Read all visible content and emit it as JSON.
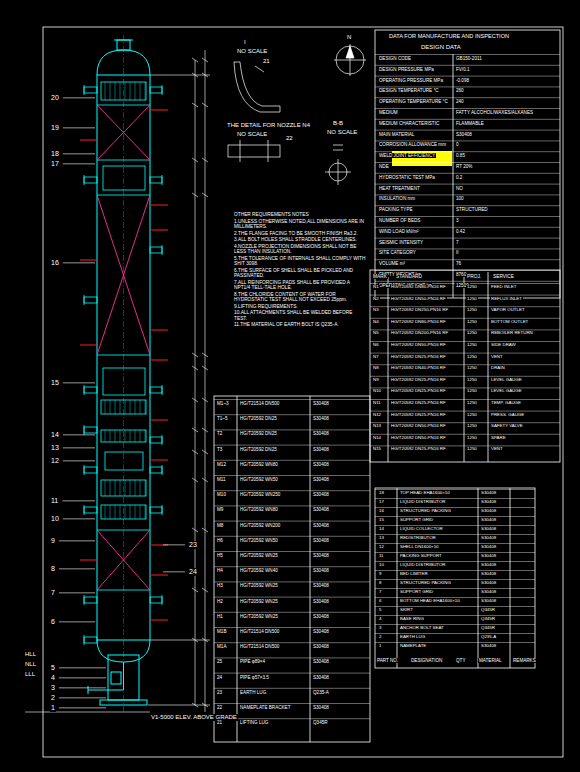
{
  "diagram": {
    "title": "DATA FOR MANUFACTURE AND INSPECTION",
    "labels": [
      "20",
      "19",
      "18",
      "17",
      "16",
      "15",
      "14",
      "13",
      "12",
      "11",
      "10",
      "9",
      "8",
      "7",
      "6",
      "5",
      "4",
      "3",
      "2",
      "1",
      "23",
      "24",
      "I",
      "NO SCALE",
      "21",
      "THE DETAIL FOR NOZZLE N4",
      "NO SCALE",
      "22",
      "B-B",
      "NO SCALE",
      "N",
      "HLL",
      "NLL",
      "LLL",
      "V1-5000 ELEV. ABOVE GRADE",
      "DESIGN DATA",
      "DESIGN CODE",
      "GB150-2011",
      "DESIGN PRESSURE MPa",
      "FV/0.1",
      "OPERATING PRESSURE MPa",
      "-0.098",
      "DESIGN TEMPERATURE °C",
      "260",
      "OPERATING TEMPERATURE °C",
      "240",
      "MEDIUM",
      "FATTY ALCOHOL/WAXES/ALKANES",
      "MEDIUM CHARACTERISTIC",
      "FLAMMABLE",
      "MAIN MATERIAL",
      "S30408",
      "CORROSION ALLOWANCE mm",
      "0",
      "WELD JOINT EFFICIENCY",
      "0.85",
      "NDE",
      "RT 20%",
      "HYDROSTATIC TEST MPa",
      "0.2",
      "HEAT TREATMENT",
      "NO",
      "INSULATION mm",
      "100",
      "PACKING TYPE",
      "STRUCTURED",
      "NUMBER OF BEDS",
      "3",
      "WIND LOAD kN/m²",
      "0.42",
      "SEISMIC INTENSITY",
      "7",
      "SITE CATEGORY",
      "II",
      "VOLUME m³",
      "76",
      "EMPTY WEIGHT kg",
      "8760",
      "OPERATING WEIGHT kg",
      "12500",
      "OTHER REQUIREMENTS NOTES",
      "1.UNLESS OTHERWISE NOTED,ALL DIMENSIONS ARE IN MILLIMETERS.",
      "2.THE FLANGE FACING TO BE SMOOTH FINISH Ra3.2.",
      "3.ALL BOLT HOLES SHALL STRADDLE CENTERLINES.",
      "4.NOZZLE PROJECTION DIMENSIONS SHALL NOT BE LESS THAN INSULATION.",
      "5.THE TOLERANCE OF INTERNALS SHALL COMPLY WITH SH/T 3098.",
      "6.THE SURFACE OF SHELL SHALL BE PICKLED AND PASSIVATED.",
      "7.ALL REINFORCING PADS SHALL BE PROVIDED A NPT1/4 TELL-TALE HOLE.",
      "8.THE CHLORIDE CONTENT OF WATER FOR HYDROSTATIC TEST SHALL NOT EXCEED 25ppm.",
      "9.LIFTING REQUIREMENTS.",
      "10.ALL ATTACHMENTS SHALL BE WELDED BEFORE TEST.",
      "11.THE MATERIAL OF EARTH BOLT IS Q235-A",
      "MARK",
      "STANDARD",
      "PROJ.",
      "SERVICE",
      "N1",
      "HG/T20592 DN80-PN16 RF",
      "1250",
      "FEED INLET",
      "N2",
      "HG/T20592 DN50-PN16 RF",
      "1250",
      "REFLUX INLET",
      "N3",
      "HG/T20592 DN250-PN16 RF",
      "1250",
      "VAPOR OUTLET",
      "N4",
      "HG/T20592 DN80-PN16 RF",
      "1250",
      "BOTTOM OUTLET",
      "N5",
      "HG/T20592 DN200-PN16 RF",
      "1250",
      "REBOILER RETURN",
      "N6",
      "HG/T20592 DN50-PN16 RF",
      "1250",
      "SIDE DRAW",
      "N7",
      "HG/T20592 DN25-PN16 RF",
      "1250",
      "VENT",
      "N8",
      "HG/T20592 DN40-PN16 RF",
      "1250",
      "DRAIN",
      "N9",
      "HG/T20592 DN25-PN16 RF",
      "1250",
      "LEVEL GAUGE",
      "N10",
      "HG/T20592 DN25-PN16 RF",
      "1250",
      "LEVEL GAUGE",
      "N11",
      "HG/T20592 DN25-PN16 RF",
      "1250",
      "TEMP. GAUGE",
      "N12",
      "HG/T20592 DN25-PN16 RF",
      "1250",
      "PRESS. GAUGE",
      "N13",
      "HG/T20592 DN50-PN16 RF",
      "1250",
      "SAFETY VALVE",
      "N14",
      "HG/T20592 DN50-PN16 RF",
      "1250",
      "SPARE",
      "N15",
      "HG/T20592 DN25-PN16 RF",
      "1250",
      "VENT",
      "M1~3",
      "HG/T21514 DN500",
      "S30408",
      "T1~5",
      "HG/T20592 DN25",
      "S30408",
      "T2",
      "HG/T20592 DN25",
      "S30408",
      "T3",
      "HG/T20592 DN25",
      "S30408",
      "M12",
      "HG/T20592 WN80",
      "S30408",
      "M11",
      "HG/T20592 WN50",
      "S30408",
      "M10",
      "HG/T20592 WN250",
      "S30408",
      "M9",
      "HG/T20592 WN80",
      "S30408",
      "M8",
      "HG/T20592 WN200",
      "S30408",
      "H6",
      "HG/T20592 WN50",
      "S30408",
      "H5",
      "HG/T20592 WN25",
      "S30408",
      "H4",
      "HG/T20592 WN40",
      "S30408",
      "H3",
      "HG/T20592 WN25",
      "S30408",
      "H2",
      "HG/T20592 WN25",
      "S30408",
      "H1",
      "HG/T20592 WN25",
      "S30408",
      "M1B",
      "HG/T21514 DN500",
      "S30408",
      "M1A",
      "HG/T21514 DN500",
      "S30408",
      "25",
      "PIPE φ89×4",
      "S30408",
      "24",
      "PIPE φ57×3.5",
      "S30408",
      "23",
      "EARTH LUG",
      "Q235-A",
      "22",
      "NAMEPLATE BRACKET",
      "S30408",
      "21",
      "LIFTING LUG",
      "Q345R",
      "18",
      "TOP HEAD EHA1600×10",
      "S30408",
      "17",
      "LIQUID DISTRIBUTOR",
      "S30408",
      "16",
      "STRUCTURED PACKING",
      "S30408",
      "15",
      "SUPPORT GRID",
      "S30408",
      "14",
      "LIQUID COLLECTOR",
      "S30408",
      "13",
      "REDISTRIBUTOR",
      "S30408",
      "12",
      "SHELL DN1600×10",
      "S30408",
      "11",
      "PACKING SUPPORT",
      "S30408",
      "10",
      "LIQUID DISTRIBUTOR",
      "S30408",
      "9",
      "BED LIMITER",
      "S30408",
      "8",
      "STRUCTURED PACKING",
      "S30408",
      "7",
      "SUPPORT GRID",
      "S30408",
      "6",
      "BOTTOM HEAD EHA1600×10",
      "S30408",
      "5",
      "SKIRT",
      "Q345R",
      "4",
      "BASE RING",
      "Q345R",
      "3",
      "ANCHOR BOLT SEAT",
      "Q345R",
      "2",
      "EARTH LUG",
      "Q235-A",
      "1",
      "NAMEPLATE",
      "S30408",
      "PART NO.",
      "DESIGNATION",
      "QTY",
      "MATERIAL",
      "REMARKS"
    ]
  }
}
